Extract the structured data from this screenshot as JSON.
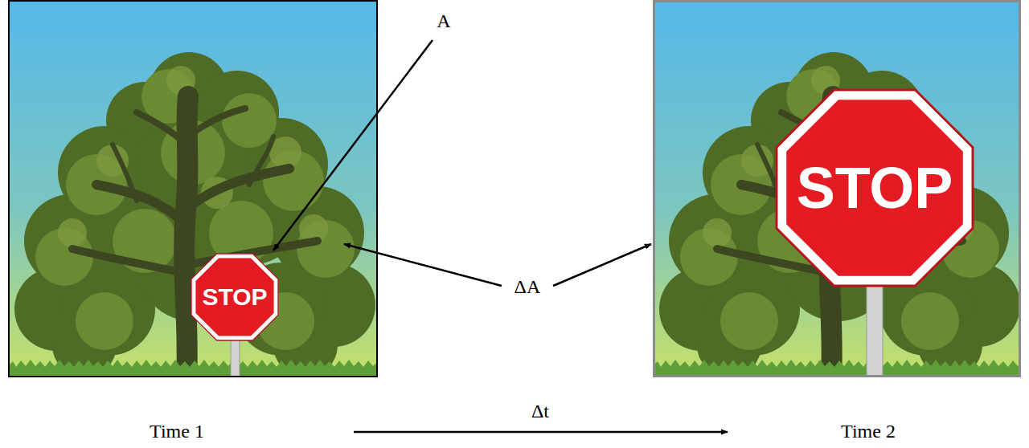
{
  "diagram": {
    "nodes": [
      {
        "text": [
          "STOP"
        ]
      },
      {
        "text": [
          "STOP"
        ]
      }
    ],
    "labels": [
      "A",
      "ΔA",
      "Δt",
      "Time 1",
      "Time 2"
    ]
  }
}
